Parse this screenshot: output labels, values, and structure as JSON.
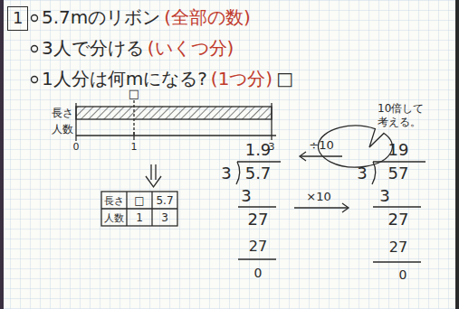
{
  "diagram": {
    "nodes": [
      {
        "text": [
          "1"
        ]
      },
      {
        "text": [
          "10倍して考える。"
        ]
      }
    ],
    "labels": [
      "5.7mのリボン",
      "(全部の数)",
      "3人で分ける",
      "(いくつ分)",
      "1人分は何mになる?",
      "(1つ分)",
      "□",
      "長さ",
      "人数",
      "□",
      "0",
      "1",
      "3",
      "長さ",
      "□",
      "5.7",
      "人数",
      "1",
      "3",
      "1.9",
      "3",
      "5.7",
      "3",
      "27",
      "27",
      "0",
      "÷10",
      "×10",
      "19",
      "3",
      "57",
      "3",
      "27",
      "27",
      "0"
    ]
  }
}
